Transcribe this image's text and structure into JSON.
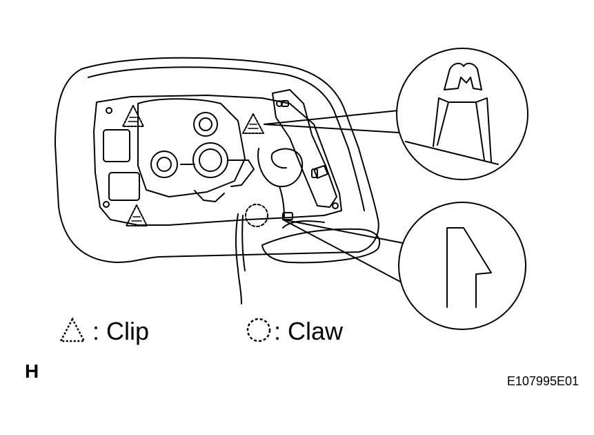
{
  "legend": {
    "clip_label": ": Clip",
    "claw_label": ": Claw"
  },
  "corner_letter": "H",
  "figure_code": "E107995E01",
  "icons": {
    "clip": "dashed-triangle-icon",
    "claw": "dashed-circle-icon"
  }
}
